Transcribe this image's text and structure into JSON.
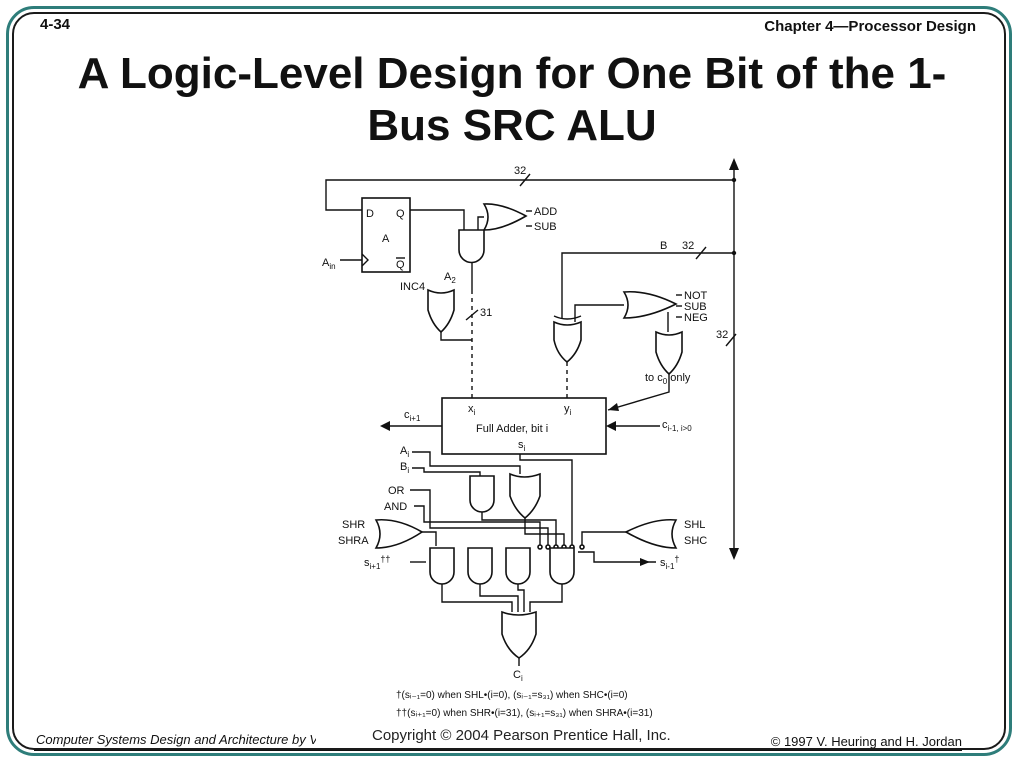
{
  "header": {
    "page_number": "4-34",
    "chapter": "Chapter 4—Processor Design"
  },
  "slide": {
    "title": "A Logic-Level Design for One Bit of the 1-Bus SRC ALU"
  },
  "diagram": {
    "bus_width_top": "32",
    "bus_width_b": "32",
    "bus_width_right": "32",
    "bus_width_a2": "31",
    "register": {
      "d": "D",
      "q": "Q",
      "name": "A",
      "qbar": "Q"
    },
    "a_in": "A",
    "a_in_sub": "in",
    "inc4": "INC4",
    "a2_label": "A",
    "a2_sub": "2",
    "add": "ADD",
    "sub1": "SUB",
    "b_label": "B",
    "not": "NOT",
    "sub2": "SUB",
    "neg": "NEG",
    "to_c0": "to c",
    "to_c0_sub": "0",
    "to_c0_tail": " only",
    "adder": "Full Adder, bit i",
    "xi": "x",
    "xi_sub": "i",
    "yi": "y",
    "yi_sub": "i",
    "si": "s",
    "si_sub": "i",
    "ci1": "c",
    "ci1_sub": "i+1",
    "cin": "c",
    "cin_sub": "i-1, i>0",
    "ai": "A",
    "ai_sub": "i",
    "bi": "B",
    "bi_sub": "i",
    "or": "OR",
    "and": "AND",
    "shr": "SHR",
    "shra": "SHRA",
    "shl": "SHL",
    "shc": "SHC",
    "sip1": "s",
    "sip1_sub": "i+1",
    "sip1_mark": "††",
    "sim1": "s",
    "sim1_sub": "i-1",
    "sim1_mark": "†",
    "out": "C",
    "out_sub": "i",
    "note1": "†(sᵢ₋₁=0) when SHL•(i=0), (sᵢ₋₁=s₃₁) when SHC•(i=0)",
    "note2": "††(sᵢ₊₁=0) when SHR•(i=31), (sᵢ₊₁=s₃₁) when SHRA•(i=31)"
  },
  "footer": {
    "book": "Computer Systems Design and Architecture by V. Heuring and H. Jordan",
    "copyright": "Copyright © 2004 Pearson Prentice Hall, Inc.",
    "rights": "© 1997 V. Heuring and H. Jordan"
  }
}
